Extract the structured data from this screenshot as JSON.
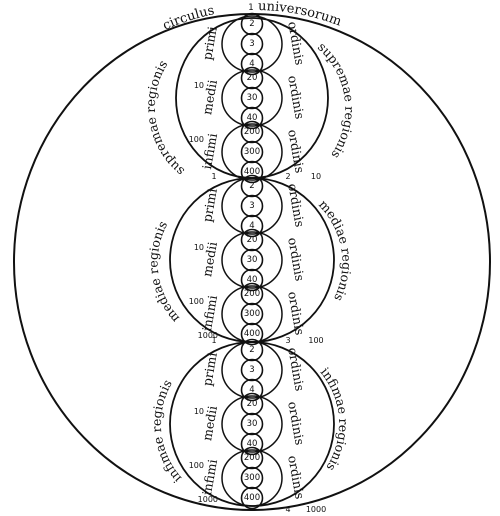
{
  "outer": {
    "left_label": "circulus",
    "top_number": "1",
    "right_label": "universorum"
  },
  "regions": [
    {
      "key": "supremae",
      "name": "supremae regionis",
      "orders": [
        {
          "word": "primi",
          "ordinis": "ordinis",
          "numbers": [
            "2",
            "3",
            "4"
          ],
          "marker": ""
        },
        {
          "word": "medii",
          "ordinis": "ordinis",
          "numbers": [
            "20",
            "30",
            "40"
          ],
          "marker": "10"
        },
        {
          "word": "infimi",
          "ordinis": "ordinis",
          "numbers": [
            "200",
            "300",
            "400"
          ],
          "marker": "100"
        }
      ],
      "bottom_left": "1",
      "bottom_right": "2",
      "bottom_right2": "10"
    },
    {
      "key": "mediae",
      "name": "mediae regionis",
      "orders": [
        {
          "word": "primi",
          "ordinis": "ordinis",
          "numbers": [
            "2",
            "3",
            "4"
          ],
          "marker": ""
        },
        {
          "word": "medii",
          "ordinis": "ordinis",
          "numbers": [
            "20",
            "30",
            "40"
          ],
          "marker": "10"
        },
        {
          "word": "infimi",
          "ordinis": "ordinis",
          "numbers": [
            "200",
            "300",
            "400"
          ],
          "marker": "100",
          "marker2": "1000"
        }
      ],
      "bottom_left": "1",
      "bottom_right": "3",
      "bottom_right2": "100"
    },
    {
      "key": "infimae",
      "name": "infimae regionis",
      "orders": [
        {
          "word": "primi",
          "ordinis": "ordinis",
          "numbers": [
            "2",
            "3",
            "4"
          ],
          "marker": ""
        },
        {
          "word": "medii",
          "ordinis": "ordinis",
          "numbers": [
            "20",
            "30",
            "40"
          ],
          "marker": "10"
        },
        {
          "word": "infimi",
          "ordinis": "ordinis",
          "numbers": [
            "200",
            "300",
            "400"
          ],
          "marker": "100",
          "marker2": "1000"
        }
      ],
      "bottom_left": "",
      "bottom_right": "4",
      "bottom_right2": "1000"
    }
  ]
}
